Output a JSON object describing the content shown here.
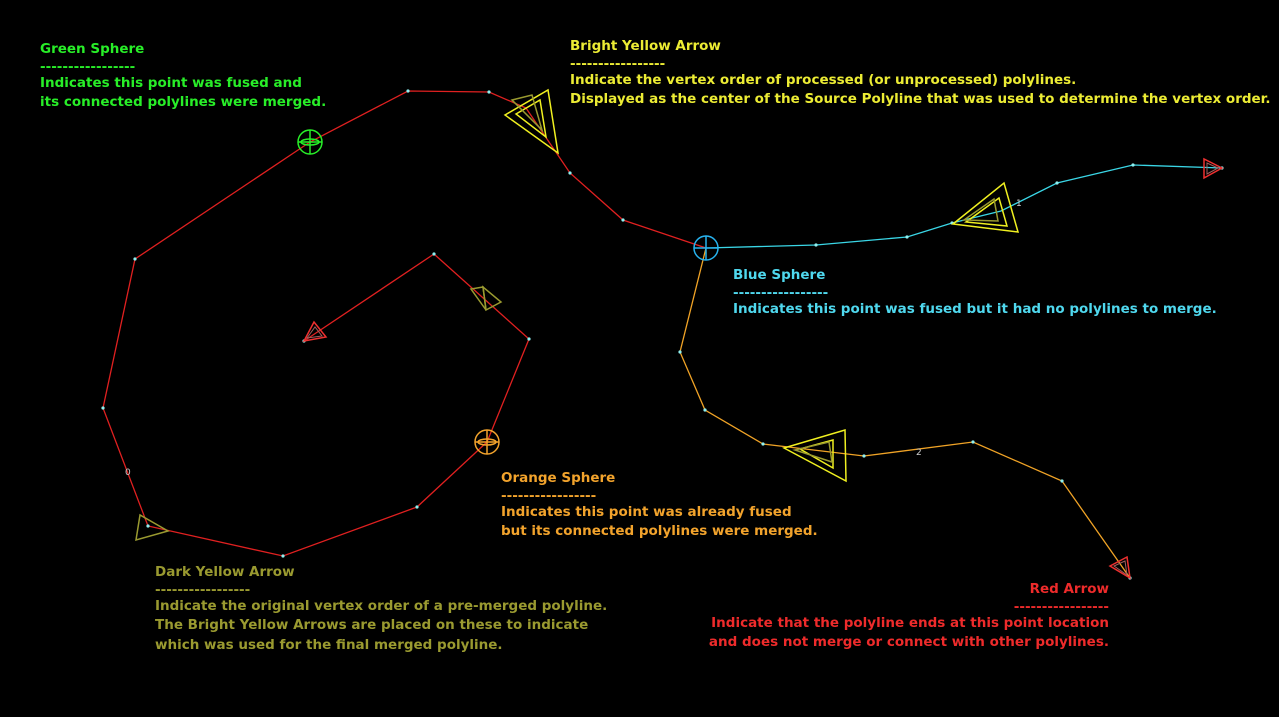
{
  "colors": {
    "background": "#000000",
    "merged_polyline": "#e02020",
    "cyan_polyline": "#3ad6e6",
    "orange_polyline": "#f0a326",
    "vertex": "#8ff0f0",
    "green_sphere": "#28ee28",
    "blue_sphere": "#27b2ee",
    "orange_sphere": "#f2a32c",
    "bright_yellow_arrow": "#f0f020",
    "dark_yellow_arrow": "#9a9a30",
    "red_arrow": "#ee3030"
  },
  "notes": {
    "green_sphere": {
      "title": "Green Sphere",
      "divider": "-----------------",
      "lines": [
        "Indicates this point was fused and",
        "its connected polylines were merged."
      ]
    },
    "bright_yellow_arrow": {
      "title": "Bright Yellow Arrow",
      "divider": "-----------------",
      "lines": [
        "Indicate the vertex order of processed (or unprocessed) polylines.",
        "Displayed as the center of the Source Polyline that was used to determine the vertex order."
      ]
    },
    "blue_sphere": {
      "title": "Blue Sphere",
      "divider": "-----------------",
      "lines": [
        "Indicates this point was fused but it had no polylines to merge."
      ]
    },
    "orange_sphere": {
      "title": "Orange Sphere",
      "divider": "-----------------",
      "lines": [
        "Indicates this point was already fused",
        "but its connected polylines were merged."
      ]
    },
    "dark_yellow_arrow": {
      "title": "Dark Yellow Arrow",
      "divider": "-----------------",
      "lines": [
        "Indicate the original vertex order of a pre-merged polyline.",
        "The Bright Yellow Arrows are placed on these to indicate",
        "which was used for the final merged polyline."
      ]
    },
    "red_arrow": {
      "title": "Red Arrow",
      "divider": "-----------------",
      "lines": [
        "Indicate that the polyline ends at this point location",
        "and does not merge or connect with other polylines."
      ]
    }
  },
  "polyline_labels": {
    "red": "0",
    "cyan": "1",
    "orange": "2"
  }
}
